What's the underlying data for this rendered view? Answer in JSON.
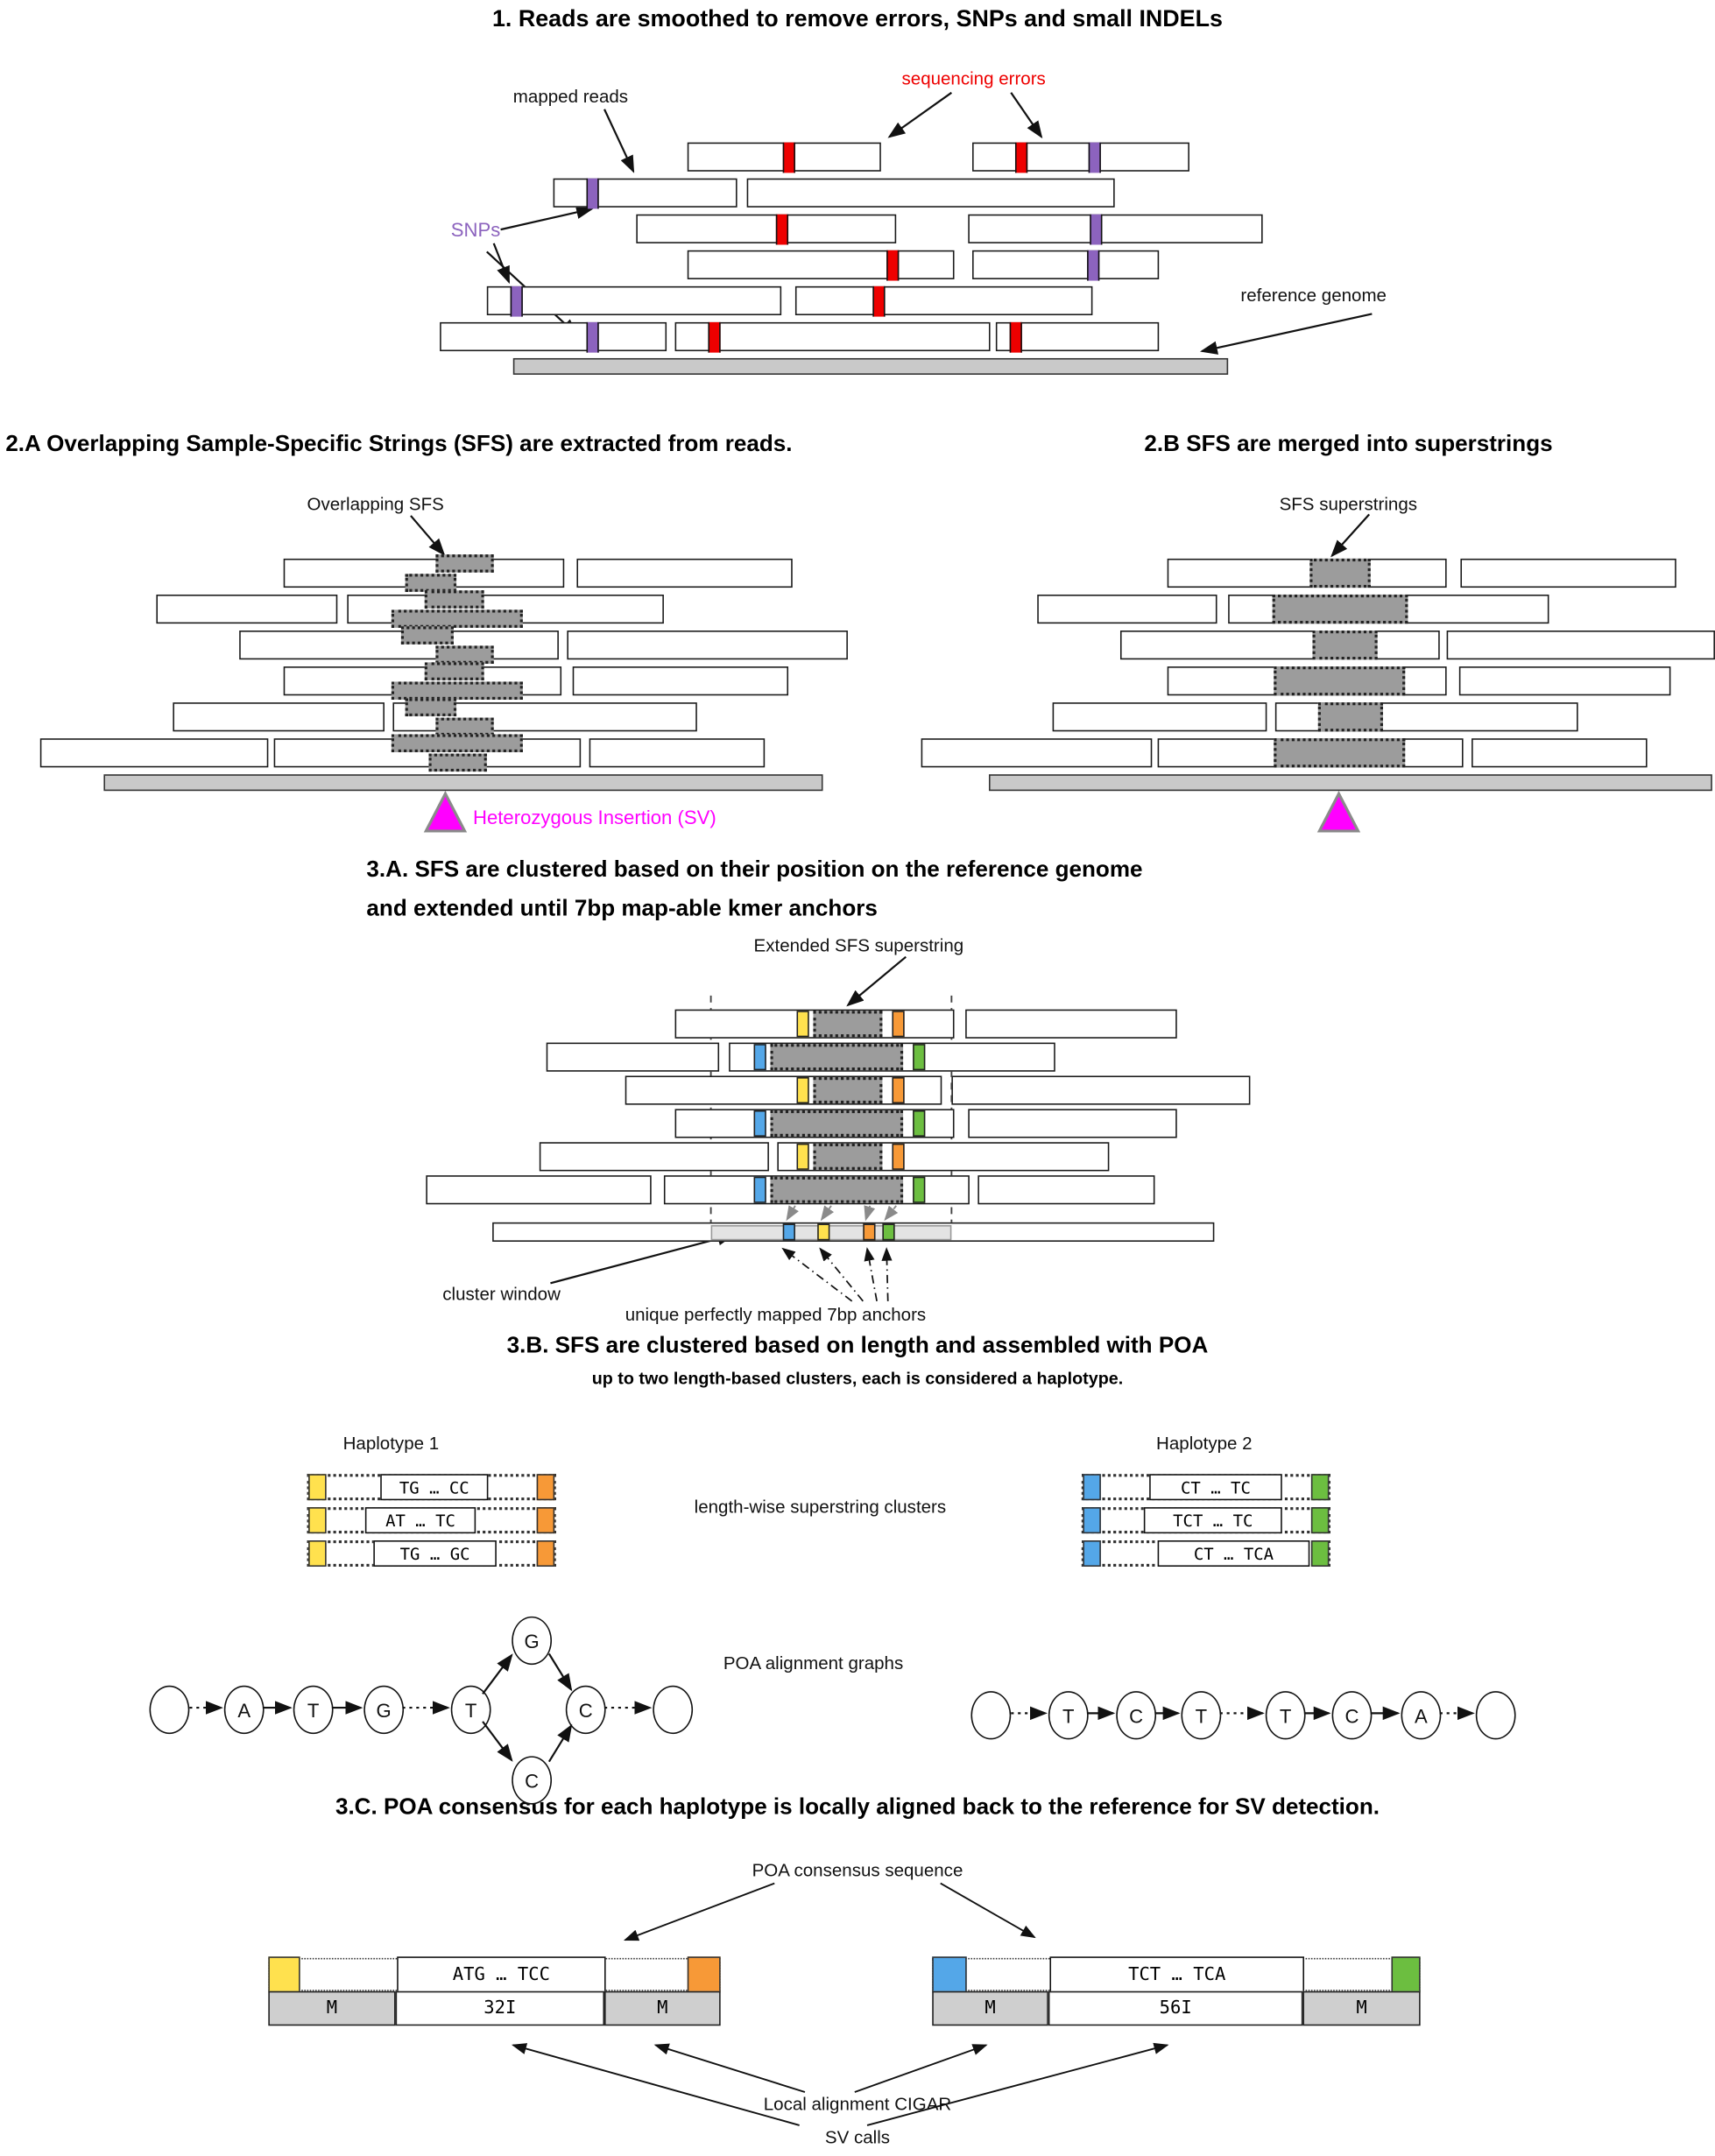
{
  "figure": {
    "s1": {
      "title": "1. Reads are smoothed to remove errors, SNPs and small INDELs",
      "mapped_reads": "mapped reads",
      "sequencing_errors": "sequencing errors",
      "snps": "SNPs",
      "reference_genome": "reference genome"
    },
    "s2a": {
      "title": "2.A Overlapping Sample-Specific Strings (SFS) are extracted from reads.",
      "overlapping_sfs": "Overlapping SFS",
      "insertion": "Heterozygous Insertion (SV)"
    },
    "s2b": {
      "title": "2.B SFS are merged into superstrings",
      "sfs_superstrings": "SFS superstrings"
    },
    "s3a": {
      "title_line1": "3.A. SFS are clustered based on their position on the reference genome",
      "title_line2": "and extended until 7bp map-able kmer anchors",
      "extended": "Extended SFS superstring",
      "cluster_window": "cluster window",
      "anchors": "unique perfectly mapped 7bp anchors"
    },
    "s3b": {
      "title": "3.B. SFS are clustered based on length and assembled with POA",
      "subtitle": "up to two length-based clusters,  each is considered a haplotype.",
      "haplotype1_label": "Haplotype 1",
      "haplotype2_label": "Haplotype 2",
      "clusters_label": "length-wise superstring clusters",
      "poa_label": "POA alignment graphs",
      "hap1_seqs": [
        "TG … CC",
        "AT … TC",
        "TG … GC"
      ],
      "hap2_seqs": [
        "CT … TC",
        "TCT … TC",
        "CT … TCA"
      ],
      "poa1_nodes": [
        "A",
        "T",
        "G",
        "T",
        "G",
        "C",
        "C"
      ],
      "poa2_nodes": [
        "T",
        "C",
        "T",
        "T",
        "C",
        "A"
      ]
    },
    "s3c": {
      "title": "3.C. POA consensus for each haplotype is locally aligned back to the reference for SV detection.",
      "consensus": "POA consensus sequence",
      "cigar_label": "Local alignment CIGAR",
      "sv_label": "SV calls",
      "hap1_seq": "ATG … TCC",
      "hap1_cigar": [
        "M",
        "32I",
        "M"
      ],
      "hap2_seq": "TCT … TCA",
      "hap2_cigar": [
        "M",
        "56I",
        "M"
      ]
    },
    "colors": {
      "error_red": "#EE0000",
      "snp_purple": "#8C63BE",
      "sv_magenta": "#FF00FF",
      "anchor_yellow": "#FFE14E",
      "anchor_orange": "#F79937",
      "anchor_blue": "#54A7E8",
      "anchor_green": "#6CBE40",
      "sfs_gray": "#9C9C9C",
      "reference_gray": "#C9C9C9"
    }
  }
}
